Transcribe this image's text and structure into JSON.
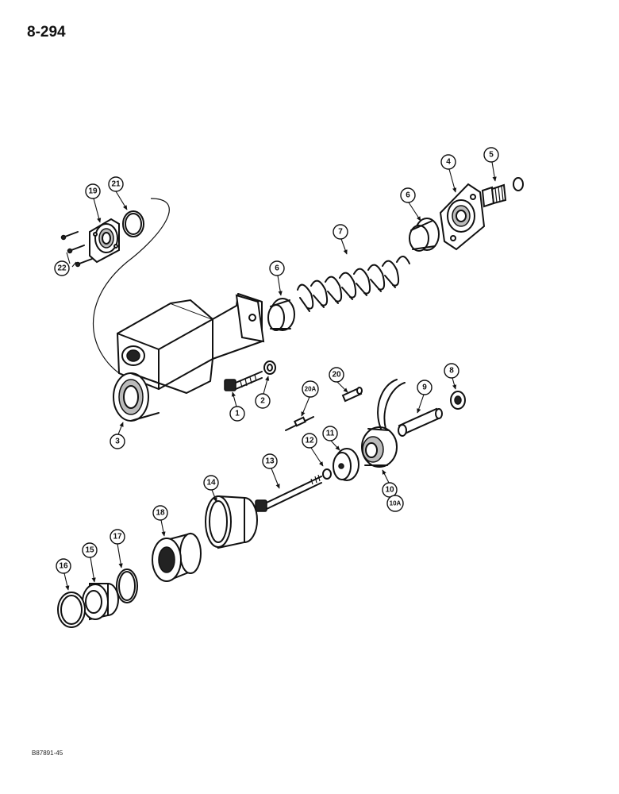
{
  "page": {
    "page_number": "8-294",
    "figure_code": "B87891-45"
  },
  "callouts": [
    "1",
    "2",
    "3",
    "4",
    "5",
    "6",
    "6",
    "7",
    "8",
    "9",
    "10",
    "10A",
    "11",
    "12",
    "13",
    "14",
    "15",
    "16",
    "17",
    "18",
    "19",
    "20",
    "20A",
    "21",
    "22"
  ]
}
